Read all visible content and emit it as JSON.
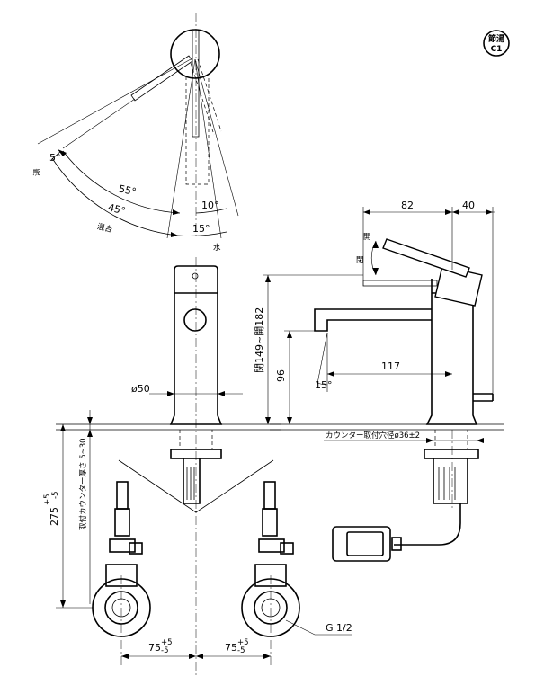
{
  "badge": {
    "top": "節湯",
    "bottom": "C1"
  },
  "top_view": {
    "angle_5": "5°",
    "angle_55": "55°",
    "angle_45": "45°",
    "angle_10": "10°",
    "angle_15": "15°",
    "label_left": "湯",
    "label_mix": "混合",
    "label_water": "水"
  },
  "front_view": {
    "dia_body": "ø50",
    "dim_275": "275",
    "dim_275_tol_upper": "+5",
    "dim_275_tol_lower": "-5",
    "counter_thickness": "取付カウンター厚さ 5~30",
    "dim_75_left": "75",
    "dim_75_right": "75",
    "dim_75_tol_upper": "+5",
    "dim_75_tol_lower": "-5"
  },
  "side_view": {
    "dim_82": "82",
    "dim_40": "40",
    "label_open": "開",
    "label_close": "閉",
    "dim_height": "閉149~開182",
    "dim_96": "96",
    "dim_117": "117",
    "angle_15": "15°",
    "counter_hole": "カウンター取付穴径ø36±2",
    "thread": "G 1/2"
  }
}
